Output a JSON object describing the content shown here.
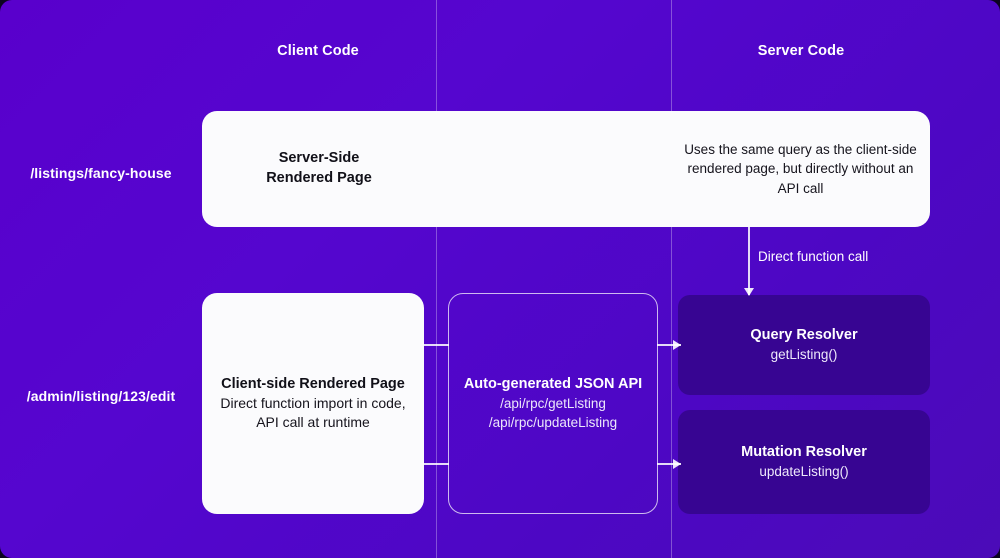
{
  "columns": {
    "client_label": "Client Code",
    "server_label": "Server Code"
  },
  "rows": [
    {
      "label": "/listings/fancy-house"
    },
    {
      "label": "/admin/listing/123/edit"
    }
  ],
  "cards": {
    "ssr": {
      "title_line1": "Server-Side",
      "title_line2": "Rendered Page",
      "note": "Uses the same query as the client-side rendered page, but directly without an API call"
    },
    "csr": {
      "title": "Client-side Rendered Page",
      "subtitle": "Direct function import in code, API call at runtime"
    },
    "api": {
      "title": "Auto-generated JSON API",
      "endpoint1": "/api/rpc/getListing",
      "endpoint2": "/api/rpc/updateListing"
    },
    "query_resolver": {
      "title": "Query Resolver",
      "subtitle": "getListing()"
    },
    "mutation_resolver": {
      "title": "Mutation Resolver",
      "subtitle": "updateListing()"
    }
  },
  "connectors": {
    "direct_function_call": "Direct function call"
  },
  "colors": {
    "background_start": "#5900cc",
    "background_end": "#4b0bb8",
    "card_white": "#fbfbfd",
    "resolver_dark": "#370592",
    "text_on_dark": "#ffffff",
    "divider": "rgba(255,255,255,0.30)"
  }
}
